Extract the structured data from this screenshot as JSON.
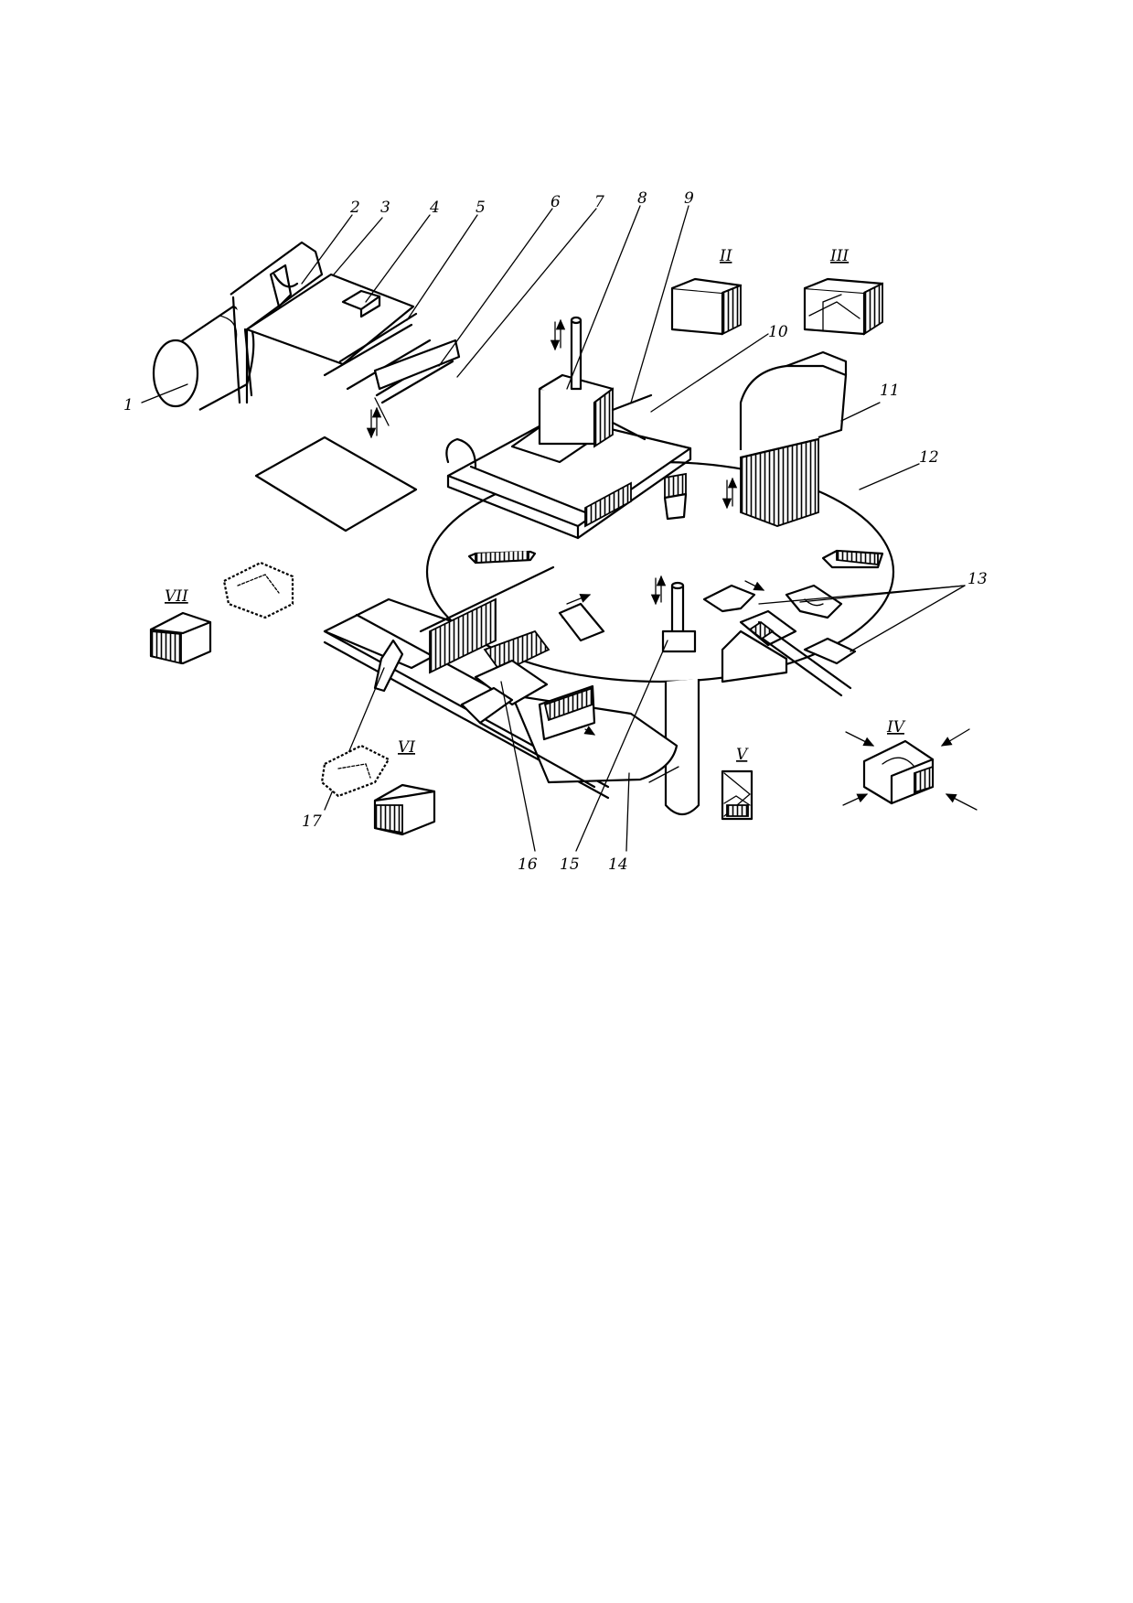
{
  "diagram": {
    "numeric_labels": [
      "1",
      "2",
      "3",
      "4",
      "5",
      "6",
      "7",
      "8",
      "9",
      "10",
      "11",
      "12",
      "13",
      "14",
      "15",
      "16",
      "17"
    ],
    "roman_labels": [
      "II",
      "III",
      "IV",
      "V",
      "VI",
      "VII"
    ]
  }
}
